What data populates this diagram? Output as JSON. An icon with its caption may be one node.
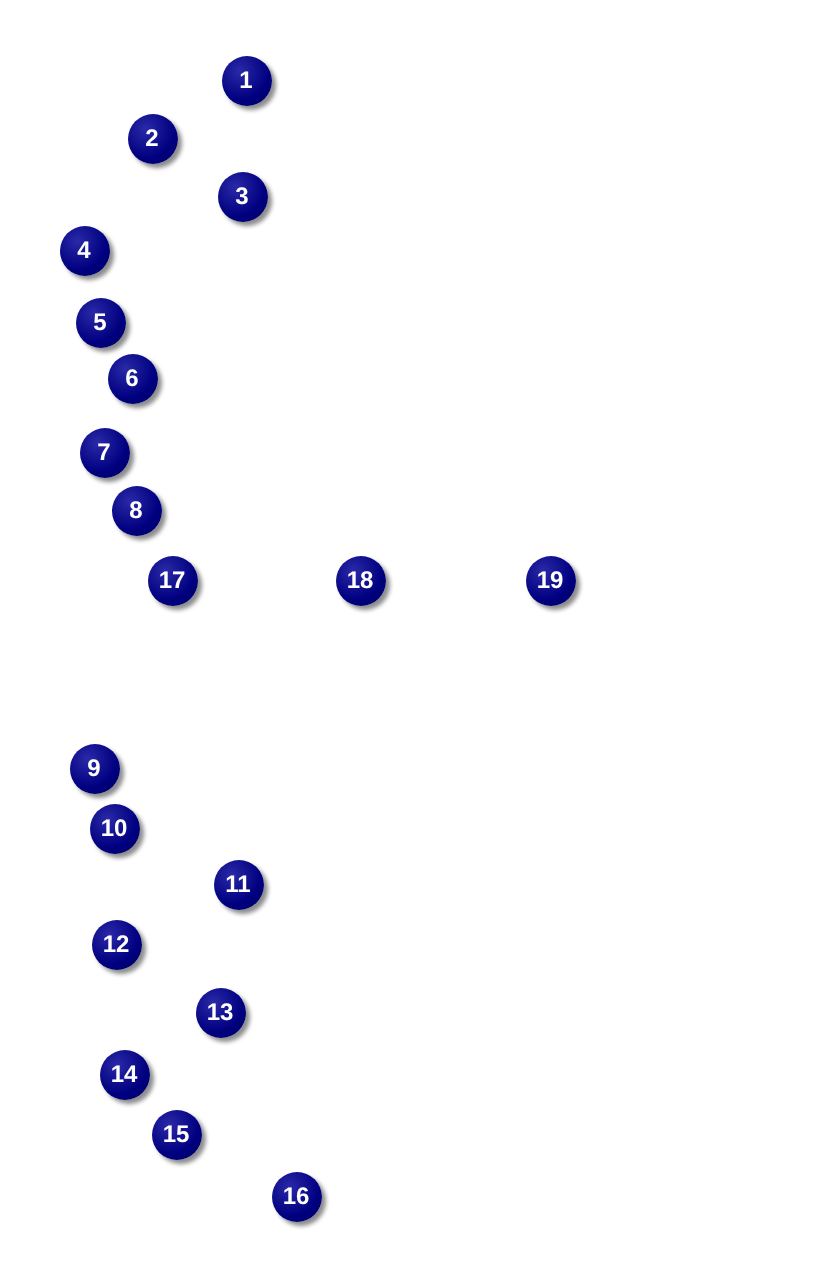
{
  "diagram": {
    "labels": [
      "1",
      "2",
      "3",
      "4",
      "5",
      "6",
      "7",
      "8",
      "17",
      "18",
      "19",
      "9",
      "10",
      "11",
      "12",
      "13",
      "14",
      "15",
      "16"
    ]
  }
}
